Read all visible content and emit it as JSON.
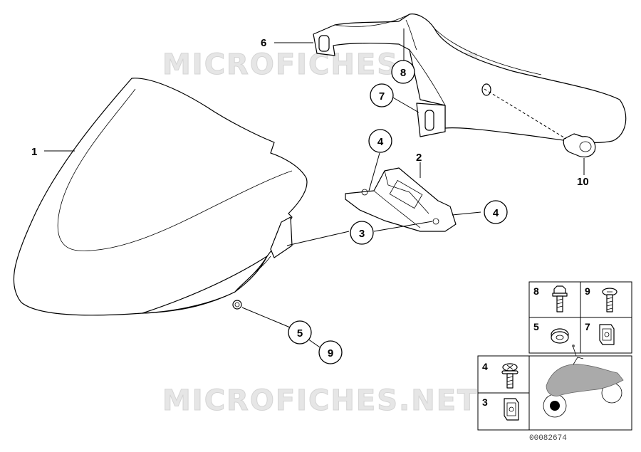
{
  "watermark": "MICROFICHES.NET",
  "drawing_number": "00082674",
  "labels": {
    "p1": "1",
    "p2": "2",
    "p3": "3",
    "p4a": "4",
    "p4b": "4",
    "p5": "5",
    "p6": "6",
    "p7": "7",
    "p8": "8",
    "p9": "9",
    "p10": "10"
  },
  "legend": {
    "c8": "8",
    "c9": "9",
    "c5": "5",
    "c7": "7",
    "c4": "4",
    "c3": "3"
  },
  "icons": [
    "fender-front-part",
    "fender-rear-part",
    "bracket-part",
    "bolt-icon",
    "screw-icon",
    "grommet-icon",
    "clip-nut-icon",
    "motorcycle-icon"
  ]
}
